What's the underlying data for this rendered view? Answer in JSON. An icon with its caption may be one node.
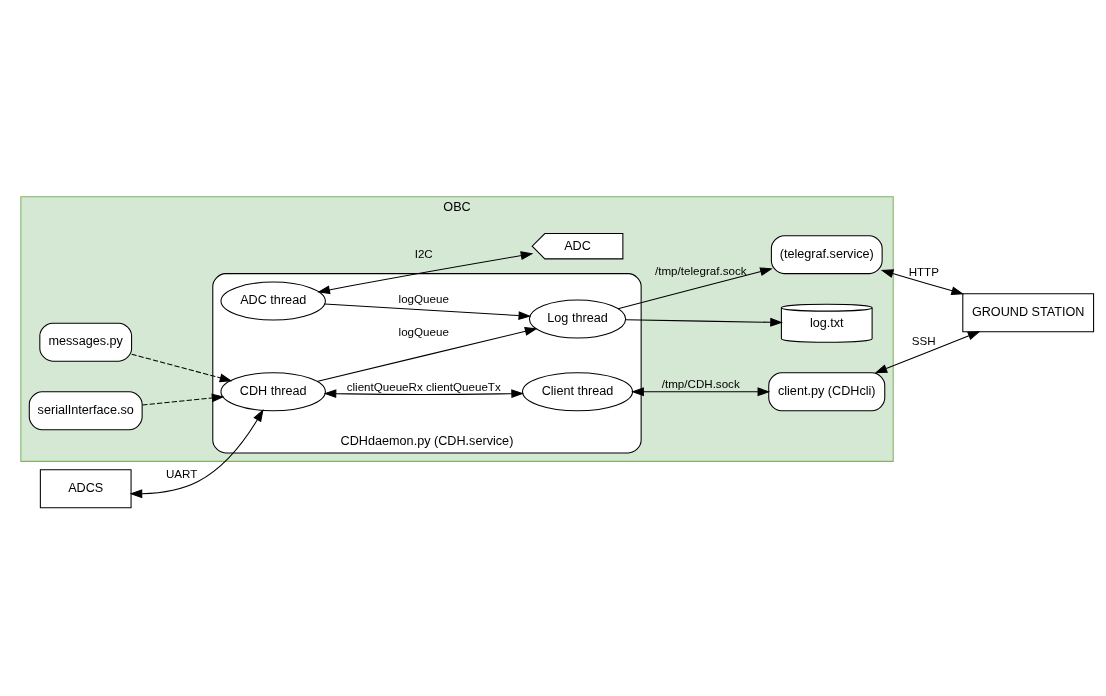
{
  "diagram": {
    "nodes": [
      {
        "text": [
          "OBC"
        ]
      },
      {
        "text": [
          "messages.py"
        ],
        "in": 0
      },
      {
        "text": [
          "serialInterface.so"
        ],
        "in": 0
      },
      {
        "text": [
          "CDHdaemon.py (CDH.service)"
        ],
        "in": 0
      },
      {
        "text": [
          "CDH thread"
        ],
        "in": 3
      },
      {
        "text": [
          "Log thread"
        ],
        "in": 3
      },
      {
        "text": [
          "ADC thread"
        ],
        "in": 3
      },
      {
        "text": [
          "Client thread"
        ],
        "in": 3
      },
      {
        "text": [
          "(telegraf.service)"
        ],
        "in": 0
      },
      {
        "text": [
          "log.txt"
        ],
        "in": 0
      },
      {
        "text": [
          "ADC"
        ],
        "in": 0
      },
      {
        "text": [
          "client.py (CDHcli)"
        ],
        "in": 0
      },
      {
        "text": [
          "ADCS"
        ]
      },
      {
        "text": [
          "GROUND STATION"
        ]
      }
    ],
    "edges": [
      {
        "from": 12,
        "to": 4,
        "arrow": "both",
        "label": "UART"
      },
      {
        "from": 1,
        "to": 4,
        "arrow": "to",
        "style": "dashed"
      },
      {
        "from": 2,
        "to": 4,
        "arrow": "to",
        "style": "dashed"
      },
      {
        "from": 4,
        "to": 5,
        "arrow": "to",
        "label": "logQueue"
      },
      {
        "from": 6,
        "to": 5,
        "arrow": "to",
        "label": "logQueue"
      },
      {
        "from": 4,
        "to": 7,
        "arrow": "both",
        "label": "clientQueueRx clientQueueTx"
      },
      {
        "from": 5,
        "to": 8,
        "arrow": "to",
        "label": "/tmp/telegraf.sock"
      },
      {
        "from": 5,
        "to": 9,
        "arrow": "to"
      },
      {
        "from": 6,
        "to": 10,
        "arrow": "both",
        "label": "I2C"
      },
      {
        "from": 7,
        "to": 11,
        "arrow": "both",
        "label": "/tmp/CDH.sock"
      },
      {
        "from": 8,
        "to": 13,
        "arrow": "both",
        "label": "HTTP"
      },
      {
        "from": 11,
        "to": 13,
        "arrow": "both",
        "label": "SSH"
      }
    ]
  }
}
